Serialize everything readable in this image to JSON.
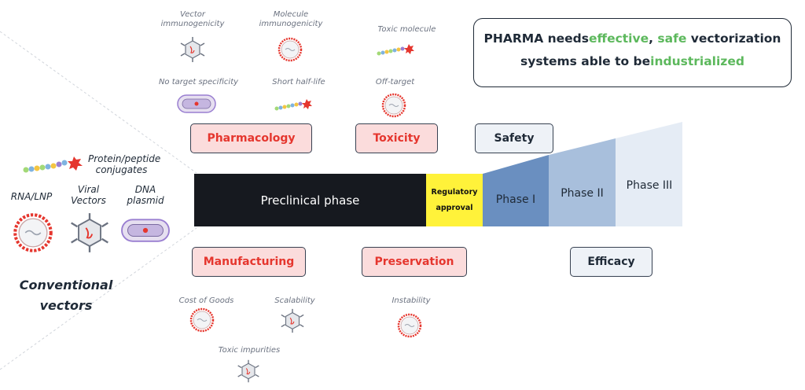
{
  "headline": {
    "part1": "PHARMA needs",
    "part2": "effective",
    "part3": ", ",
    "part4": "safe",
    "part5": " vectorization",
    "part6": "systems able to be",
    "part7": "industrialized"
  },
  "top_notes": {
    "vector_immunogenicity": "Vector immunogenicity",
    "molecule_immunogenicity": "Molecule immunogenicity",
    "toxic_molecule": "Toxic molecule",
    "no_target_specificity": "No target specificity",
    "short_half_life": "Short half-life",
    "off_target": "Off-target"
  },
  "bottom_notes": {
    "cost_of_goods": "Cost of Goods",
    "scalability": "Scalability",
    "instability": "Instability",
    "toxic_impurities": "Toxic impurities"
  },
  "boxes": {
    "pharmacology": "Pharmacology",
    "toxicity": "Toxicity",
    "safety": "Safety",
    "manufacturing": "Manufacturing",
    "preservation": "Preservation",
    "efficacy": "Efficacy"
  },
  "phases": {
    "preclinical": "Preclinical phase",
    "regulatory_line1": "Regulatory",
    "regulatory_line2": "approval",
    "phase1": "Phase I",
    "phase2": "Phase II",
    "phase3": "Phase III"
  },
  "conventional": {
    "protein_line1": "Protein/peptide",
    "protein_line2": "conjugates",
    "rna": "RNA/LNP",
    "viral_line1": "Viral",
    "viral_line2": "Vectors",
    "dna_line1": "DNA",
    "dna_line2": "plasmid",
    "title_line1": "Conventional",
    "title_line2": "vectors"
  },
  "colors": {
    "accent_green": "#5cb85c",
    "red_text": "#e5362e",
    "red_fill": "#fbdcdc",
    "preclinical": "#16191f",
    "regulatory": "#fff23a",
    "phase1": "#6a8fc0",
    "phase2": "#a8bfdc",
    "phase3": "#e5ecf5"
  }
}
